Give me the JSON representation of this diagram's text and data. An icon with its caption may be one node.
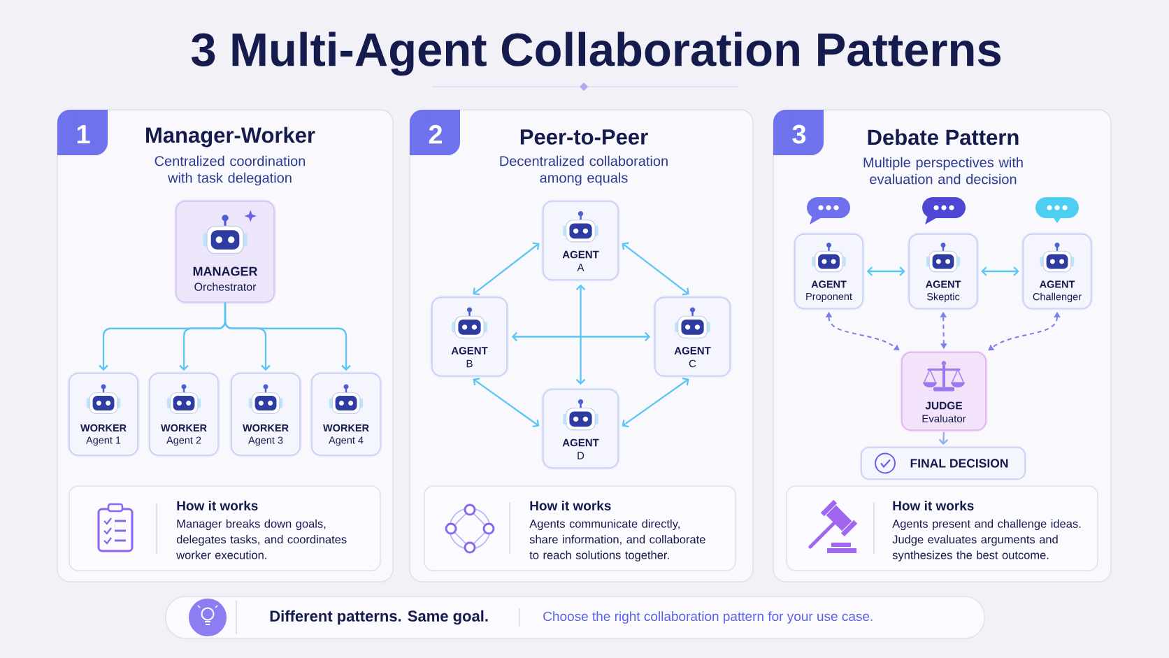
{
  "diagram": {
    "title": "3 Multi-Agent Collaboration Patterns",
    "nodes": [
      {
        "text": [
          "Manager-Worker",
          "Centralized coordination with task delegation"
        ]
      },
      {
        "text": [
          "1"
        ],
        "in": 0
      },
      {
        "text": [
          "MANAGER",
          "Orchestrator"
        ],
        "in": 0
      },
      {
        "text": [
          "WORKER",
          "Agent 1"
        ],
        "in": 0
      },
      {
        "text": [
          "WORKER",
          "Agent 2"
        ],
        "in": 0
      },
      {
        "text": [
          "WORKER",
          "Agent 3"
        ],
        "in": 0
      },
      {
        "text": [
          "WORKER",
          "Agent 4"
        ],
        "in": 0
      },
      {
        "text": [
          "How it works",
          "Manager breaks down goals, delegates tasks, and coordinates worker execution."
        ],
        "in": 0
      },
      {
        "text": [
          "Peer-to-Peer",
          "Decentralized collaboration among equals"
        ]
      },
      {
        "text": [
          "2"
        ],
        "in": 8
      },
      {
        "text": [
          "AGENT",
          "A"
        ],
        "in": 8
      },
      {
        "text": [
          "AGENT",
          "B"
        ],
        "in": 8
      },
      {
        "text": [
          "AGENT",
          "C"
        ],
        "in": 8
      },
      {
        "text": [
          "AGENT",
          "D"
        ],
        "in": 8
      },
      {
        "text": [
          "How it works",
          "Agents communicate directly, share information, and collaborate to reach solutions together."
        ],
        "in": 8
      },
      {
        "text": [
          "Debate Pattern",
          "Multiple perspectives with evaluation and decision"
        ]
      },
      {
        "text": [
          "3"
        ],
        "in": 15
      },
      {
        "text": [
          "AGENT",
          "Proponent"
        ],
        "in": 15
      },
      {
        "text": [
          "AGENT",
          "Skeptic"
        ],
        "in": 15
      },
      {
        "text": [
          "AGENT",
          "Challenger"
        ],
        "in": 15
      },
      {
        "text": [
          "JUDGE",
          "Evaluator"
        ],
        "in": 15
      },
      {
        "text": [
          "FINAL DECISION"
        ],
        "in": 15
      },
      {
        "text": [
          "How it works",
          "Agents present and challenge ideas. Judge evaluates arguments and synthesizes the best outcome."
        ],
        "in": 15
      },
      {
        "text": [
          "Different patterns. Same goal.",
          "Choose the right collaboration pattern for your use case."
        ]
      }
    ],
    "edges": [
      {
        "from": 2,
        "to": 3,
        "arrow": "to"
      },
      {
        "from": 2,
        "to": 4,
        "arrow": "to"
      },
      {
        "from": 2,
        "to": 5,
        "arrow": "to"
      },
      {
        "from": 2,
        "to": 6,
        "arrow": "to"
      },
      {
        "from": 10,
        "to": 11,
        "arrow": "both"
      },
      {
        "from": 10,
        "to": 12,
        "arrow": "both"
      },
      {
        "from": 10,
        "to": 13,
        "arrow": "both"
      },
      {
        "from": 11,
        "to": 12,
        "arrow": "both"
      },
      {
        "from": 11,
        "to": 13,
        "arrow": "both"
      },
      {
        "from": 12,
        "to": 13,
        "arrow": "both"
      },
      {
        "from": 17,
        "to": 18,
        "arrow": "both"
      },
      {
        "from": 18,
        "to": 19,
        "arrow": "both"
      },
      {
        "from": 17,
        "to": 20,
        "arrow": "both",
        "style": "dashed",
        "color": "#7b7fe8"
      },
      {
        "from": 18,
        "to": 20,
        "arrow": "both",
        "style": "dashed",
        "color": "#7b7fe8"
      },
      {
        "from": 19,
        "to": 20,
        "arrow": "both",
        "style": "dashed",
        "color": "#7b7fe8"
      },
      {
        "from": 20,
        "to": 21,
        "arrow": "to",
        "color": "#8fb0f0"
      }
    ]
  }
}
